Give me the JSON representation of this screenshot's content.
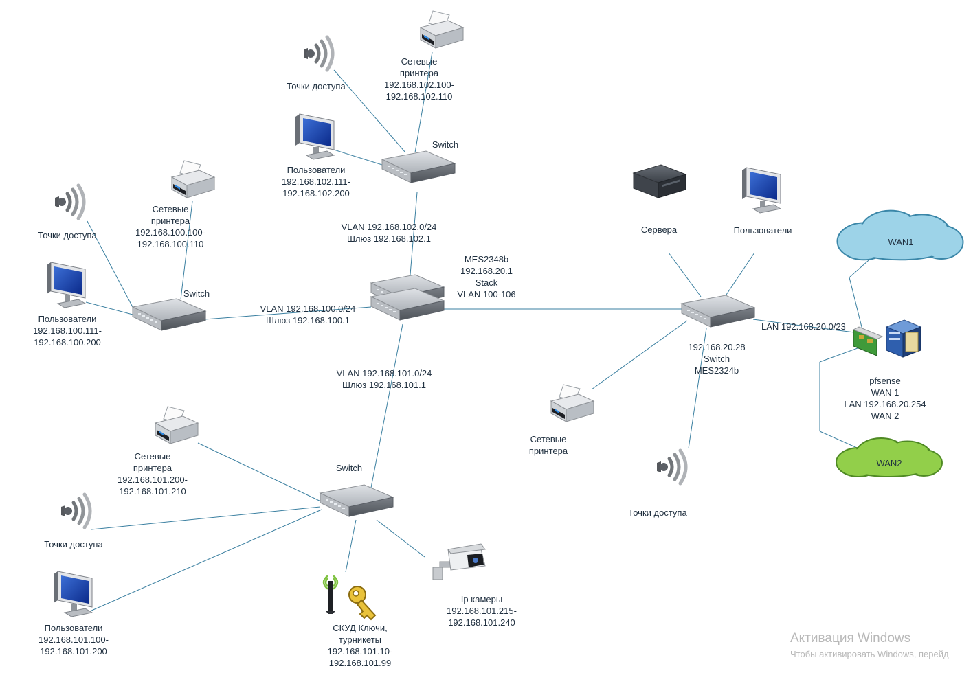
{
  "core": {
    "lines": [
      "MES2348b",
      "192.168.20.1",
      "Stack",
      "VLAN 100-106"
    ]
  },
  "switch_labels": {
    "top": "Switch",
    "left": "Switch",
    "bottom": "Switch"
  },
  "right_switch": {
    "lines": [
      "192.168.20.28",
      "Switch",
      "MES2324b"
    ]
  },
  "vlans": {
    "top": [
      "VLAN 192.168.102.0/24",
      "Шлюз 192.168.102.1"
    ],
    "left": [
      "VLAN 192.168.100.0/24",
      "Шлюз 192.168.100.1"
    ],
    "bottom": [
      "VLAN 192.168.101.0/24",
      "Шлюз 192.168.101.1"
    ],
    "lan": "LAN 192.168.20.0/23"
  },
  "top_group": {
    "ap": "Точки доступа",
    "printers": [
      "Сетевые",
      "принтера",
      "192.168.102.100-",
      "192.168.102.110"
    ],
    "users": [
      "Пользователи",
      "192.168.102.111-",
      "192.168.102.200"
    ]
  },
  "left_group": {
    "ap": "Точки доступа",
    "printers": [
      "Сетевые",
      "принтера",
      "192.168.100.100-",
      "192.168.100.110"
    ],
    "users": [
      "Пользователи",
      "192.168.100.111-",
      "192.168.100.200"
    ]
  },
  "bottom_group": {
    "printers": [
      "Сетевые",
      "принтера",
      "192.168.101.200-",
      "192.168.101.210"
    ],
    "ap": "Точки доступа",
    "users": [
      "Пользователи",
      "192.168.101.100-",
      "192.168.101.200"
    ],
    "skud": [
      "СКУД Ключи,",
      "турникеты",
      "192.168.101.10-",
      "192.168.101.99"
    ],
    "cameras": [
      "Ip камеры",
      "192.168.101.215-",
      "192.168.101.240"
    ]
  },
  "right_group": {
    "servers": "Сервера",
    "users": "Пользователи",
    "printers": [
      "Сетевые",
      "принтера"
    ],
    "ap": "Точки доступа"
  },
  "pfsense": {
    "lines": [
      "pfsense",
      "WAN 1",
      "LAN 192.168.20.254",
      "WAN 2"
    ]
  },
  "clouds": {
    "wan1": "WAN1",
    "wan2": "WAN2"
  },
  "colors": {
    "line": "#3a7fa0",
    "wan1_fill": "#9dd3e8",
    "wan2_fill": "#92cf4a",
    "switch": "#8d9196"
  },
  "watermark": {
    "title": "Активация Windows",
    "subtitle": "Чтобы активировать Windows, перейд"
  }
}
